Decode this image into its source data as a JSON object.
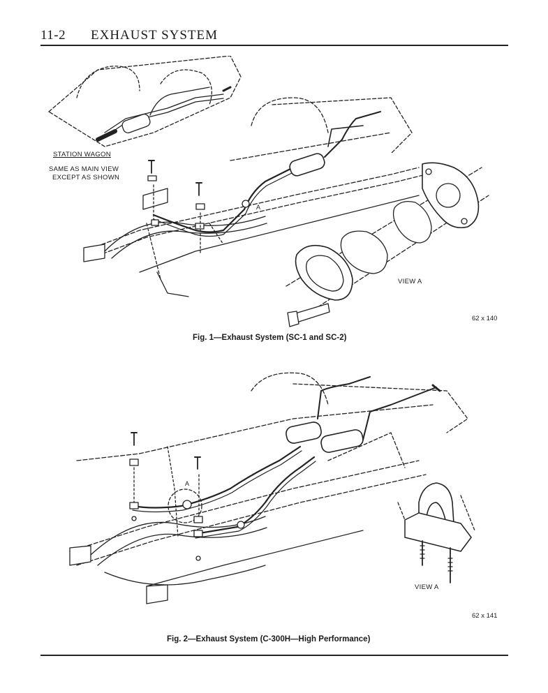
{
  "header": {
    "page_number": "11-2",
    "section_title": "EXHAUST SYSTEM"
  },
  "figure1": {
    "caption": "Fig. 1—Exhaust System (SC-1 and SC-2)",
    "code": "62 x 140",
    "inset_title": "STATION WAGON",
    "inset_note_line1": "SAME AS MAIN VIEW",
    "inset_note_line2": "EXCEPT AS SHOWN",
    "detail_label": "VIEW A",
    "callout": "A"
  },
  "figure2": {
    "caption": "Fig. 2—Exhaust System (C-300H—High Performance)",
    "code": "62 x 141",
    "detail_label": "VIEW A",
    "callout": "A"
  }
}
